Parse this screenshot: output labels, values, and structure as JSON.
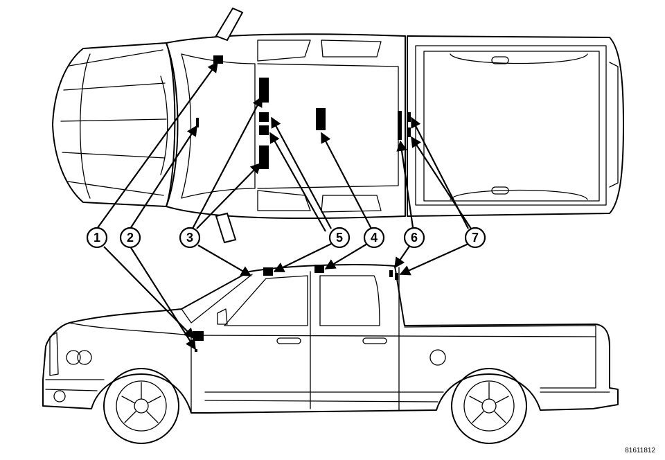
{
  "callouts": [
    {
      "id": "1",
      "label": "1"
    },
    {
      "id": "2",
      "label": "2"
    },
    {
      "id": "3",
      "label": "3"
    },
    {
      "id": "5",
      "label": "5"
    },
    {
      "id": "4",
      "label": "4"
    },
    {
      "id": "6",
      "label": "6"
    },
    {
      "id": "7",
      "label": "7"
    }
  ],
  "figure_code": "81611812"
}
